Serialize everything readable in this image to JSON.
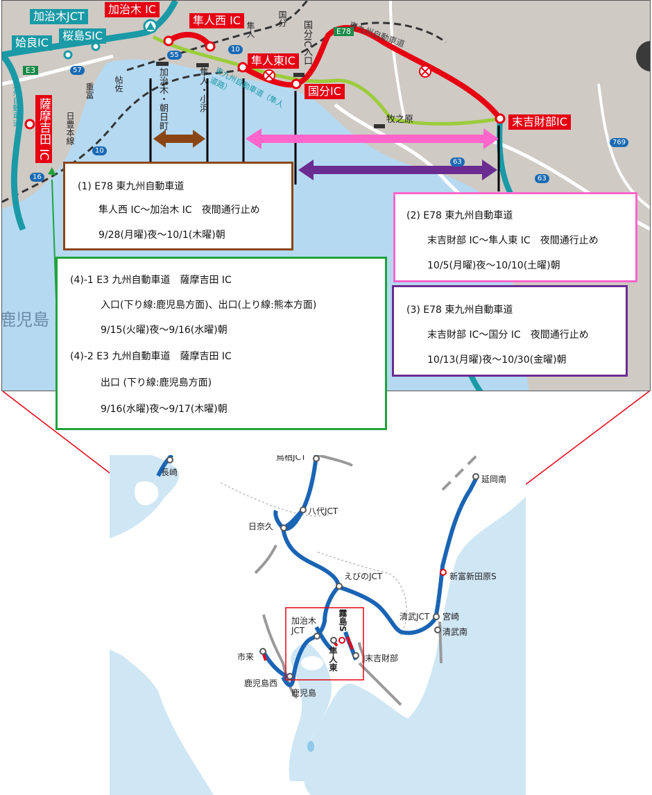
{
  "top_map": {
    "place_labels": {
      "kajiki_jct": "加治木JCT",
      "kajiki_ic": "加治木 IC",
      "hayato_nishi_ic": "隼人西 IC",
      "aira_ic": "姶良IC",
      "sakurajima_sic": "桜島SIC",
      "satsuma_yoshida_ic": "薩摩吉田 IC",
      "hayato_higashi_ic": "隼人東IC",
      "kokubu_ic": "国分IC",
      "kokubu_ic_entrance": "国分IC入口",
      "sueyoshi_takarabe_ic": "末吉財部IC",
      "kajiki_asahimachi": "加治木・朝日町",
      "hayato_kohama": "隼人・小浜",
      "makinohara": "牧之原",
      "hayato": "隼人",
      "kokubu": "国分",
      "chosa": "帖佐",
      "shigetomi": "重富",
      "nissho_line": "日豊本線",
      "kyushu_expressway": "九州自動車道",
      "higashi_kyushu_expressway": "東九州自動車道",
      "higashi_kyushu_hayato_road": "東九州自動車道（隼人道路）",
      "kagoshima": "鹿児島"
    },
    "road_shields": {
      "e3": "E3",
      "e78": "E78",
      "r10a": "10",
      "r10b": "10",
      "r16": "16",
      "r57": "57",
      "r55": "55",
      "r63a": "63",
      "r63b": "63",
      "r769": "769"
    }
  },
  "info_boxes": {
    "box1": {
      "line1": "(1) E78 東九州自動車道",
      "line2": "隼人西 IC～加治木 IC　夜間通行止め",
      "line3": "9/28(月曜)夜～10/1(木曜)朝",
      "color": "#8b4513"
    },
    "box2": {
      "line1": "(2) E78 東九州自動車道",
      "line2": "末吉財部 IC～隼人東 IC　夜間通行止め",
      "line3": "10/5(月曜)夜～10/10(土曜)朝",
      "color": "#ff66cc"
    },
    "box3": {
      "line1": "(3) E78 東九州自動車道",
      "line2": "末吉財部 IC～国分 IC　夜間通行止め",
      "line3": "10/13(月曜)夜～10/30(金曜)朝",
      "color": "#6a2c91"
    },
    "box4": {
      "line1": "(4)-1 E3 九州自動車道　薩摩吉田 IC",
      "line2": "入口(下り線:鹿児島方面)、出口(上り線:熊本方面)",
      "line3": "9/15(火曜)夜～9/16(水曜)朝",
      "line4": "(4)-2 E3 九州自動車道　薩摩吉田 IC",
      "line5": "出口 (下り線:鹿児島方面)",
      "line6": "9/16(水曜)夜～9/17(木曜)朝",
      "color": "#1ea33c"
    }
  },
  "bottom_map": {
    "labels": {
      "tosu_jct": "鳥栖JCT",
      "nagasaki": "長崎",
      "nobeoka_minami": "延岡南",
      "yatsushiro_jct": "八代JCT",
      "hinagu": "日奈久",
      "ebino_jct": "えびのJCT",
      "shintomi_nyutabaru_s": "新富新田原S",
      "kiyotake_jct": "清武JCT",
      "miyazaki": "宮崎",
      "kiyotake_minami": "清武南",
      "kajiki_jct": "加治木JCT",
      "kirishima_s": "霧島S",
      "hayato_higashi": "隼人東",
      "sueyoshi_takarabe": "末吉財部",
      "ichiki": "市来",
      "kagoshima_nishi": "鹿児島西",
      "kagoshima": "鹿児島"
    }
  },
  "colors": {
    "expressway_blue": "#1a64b4",
    "closure_red": "#e60012",
    "teal_road": "#1a9aa6",
    "brown": "#8b4513",
    "pink": "#ff66cc",
    "purple": "#6a2c91",
    "green": "#1ea33c",
    "lime": "#9ccc3c"
  }
}
